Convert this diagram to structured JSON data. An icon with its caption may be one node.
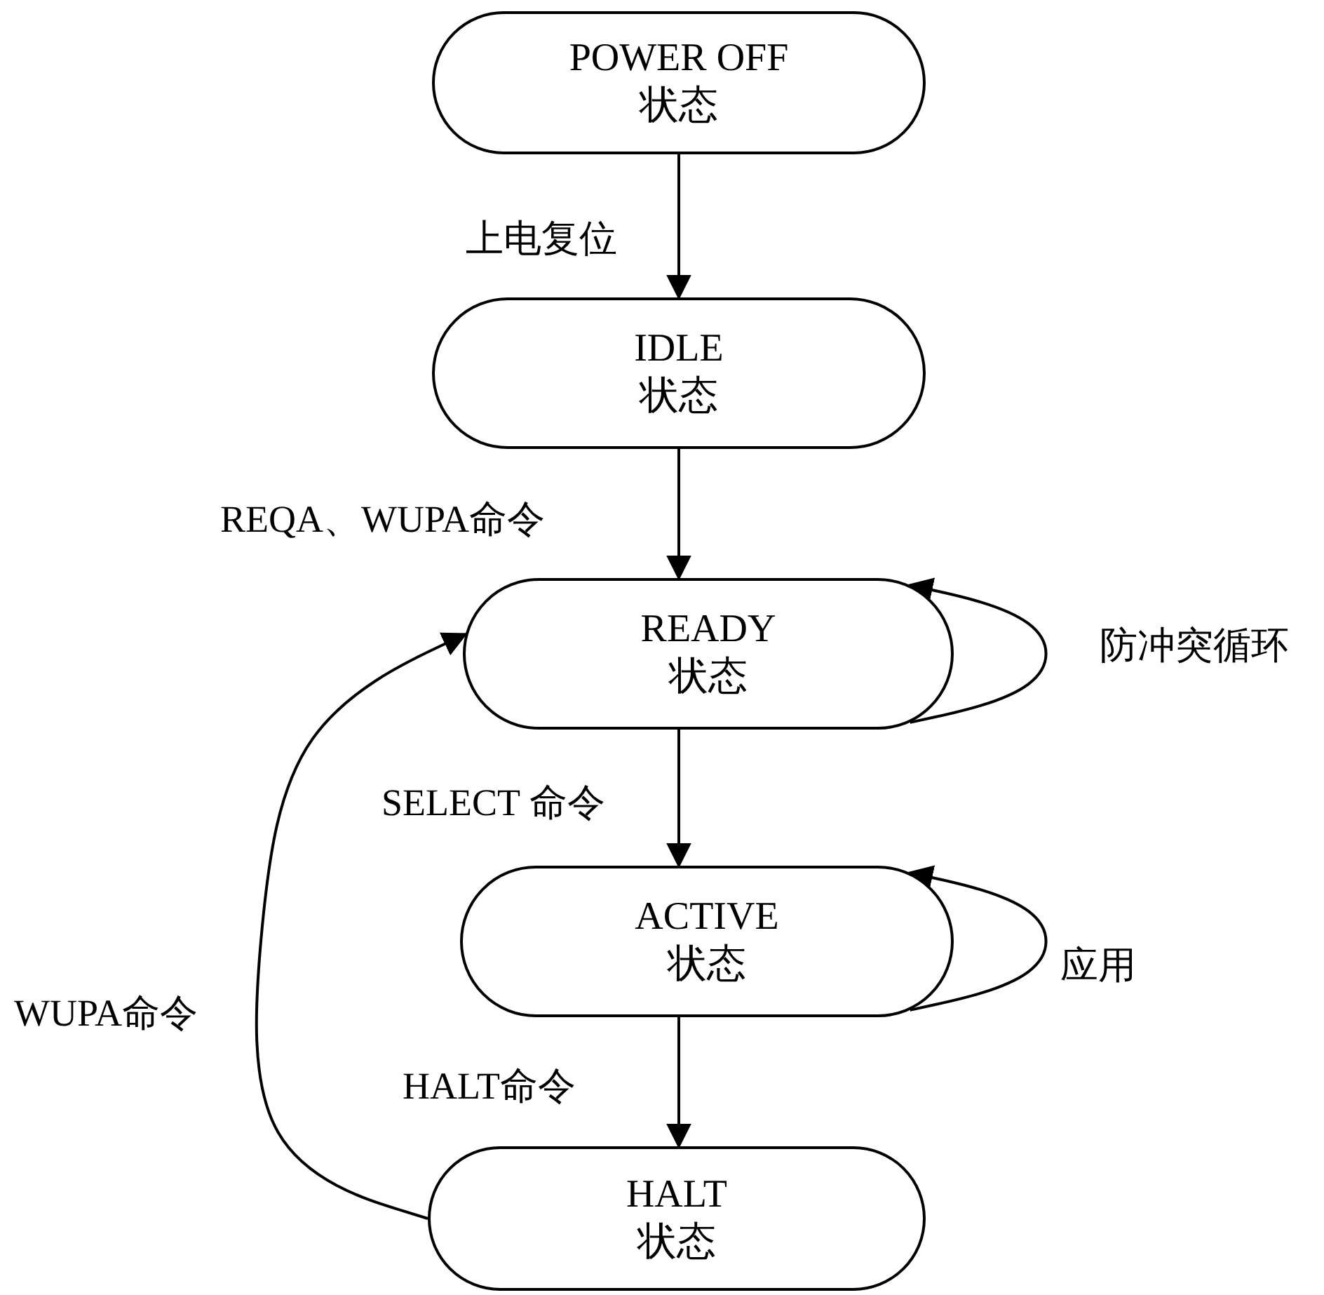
{
  "diagram": {
    "nodes": [
      {
        "text": [
          "POWER OFF",
          "状态"
        ]
      },
      {
        "text": [
          "IDLE",
          "状态"
        ]
      },
      {
        "text": [
          "READY",
          "状态"
        ]
      },
      {
        "text": [
          "ACTIVE",
          "状态"
        ]
      },
      {
        "text": [
          "HALT",
          "状态"
        ]
      }
    ],
    "edges": [
      {
        "from": 0,
        "to": 1,
        "arrow": "to",
        "label": "上电复位"
      },
      {
        "from": 1,
        "to": 2,
        "arrow": "to",
        "label": "REQA、WUPA命令"
      },
      {
        "from": 2,
        "to": 2,
        "arrow": "to",
        "label": "防冲突循环"
      },
      {
        "from": 2,
        "to": 3,
        "arrow": "to",
        "label": "SELECT 命令"
      },
      {
        "from": 3,
        "to": 3,
        "arrow": "to",
        "label": "应用"
      },
      {
        "from": 3,
        "to": 4,
        "arrow": "to",
        "label": "HALT命令"
      },
      {
        "from": 4,
        "to": 2,
        "arrow": "to",
        "label": "WUPA命令"
      }
    ]
  }
}
